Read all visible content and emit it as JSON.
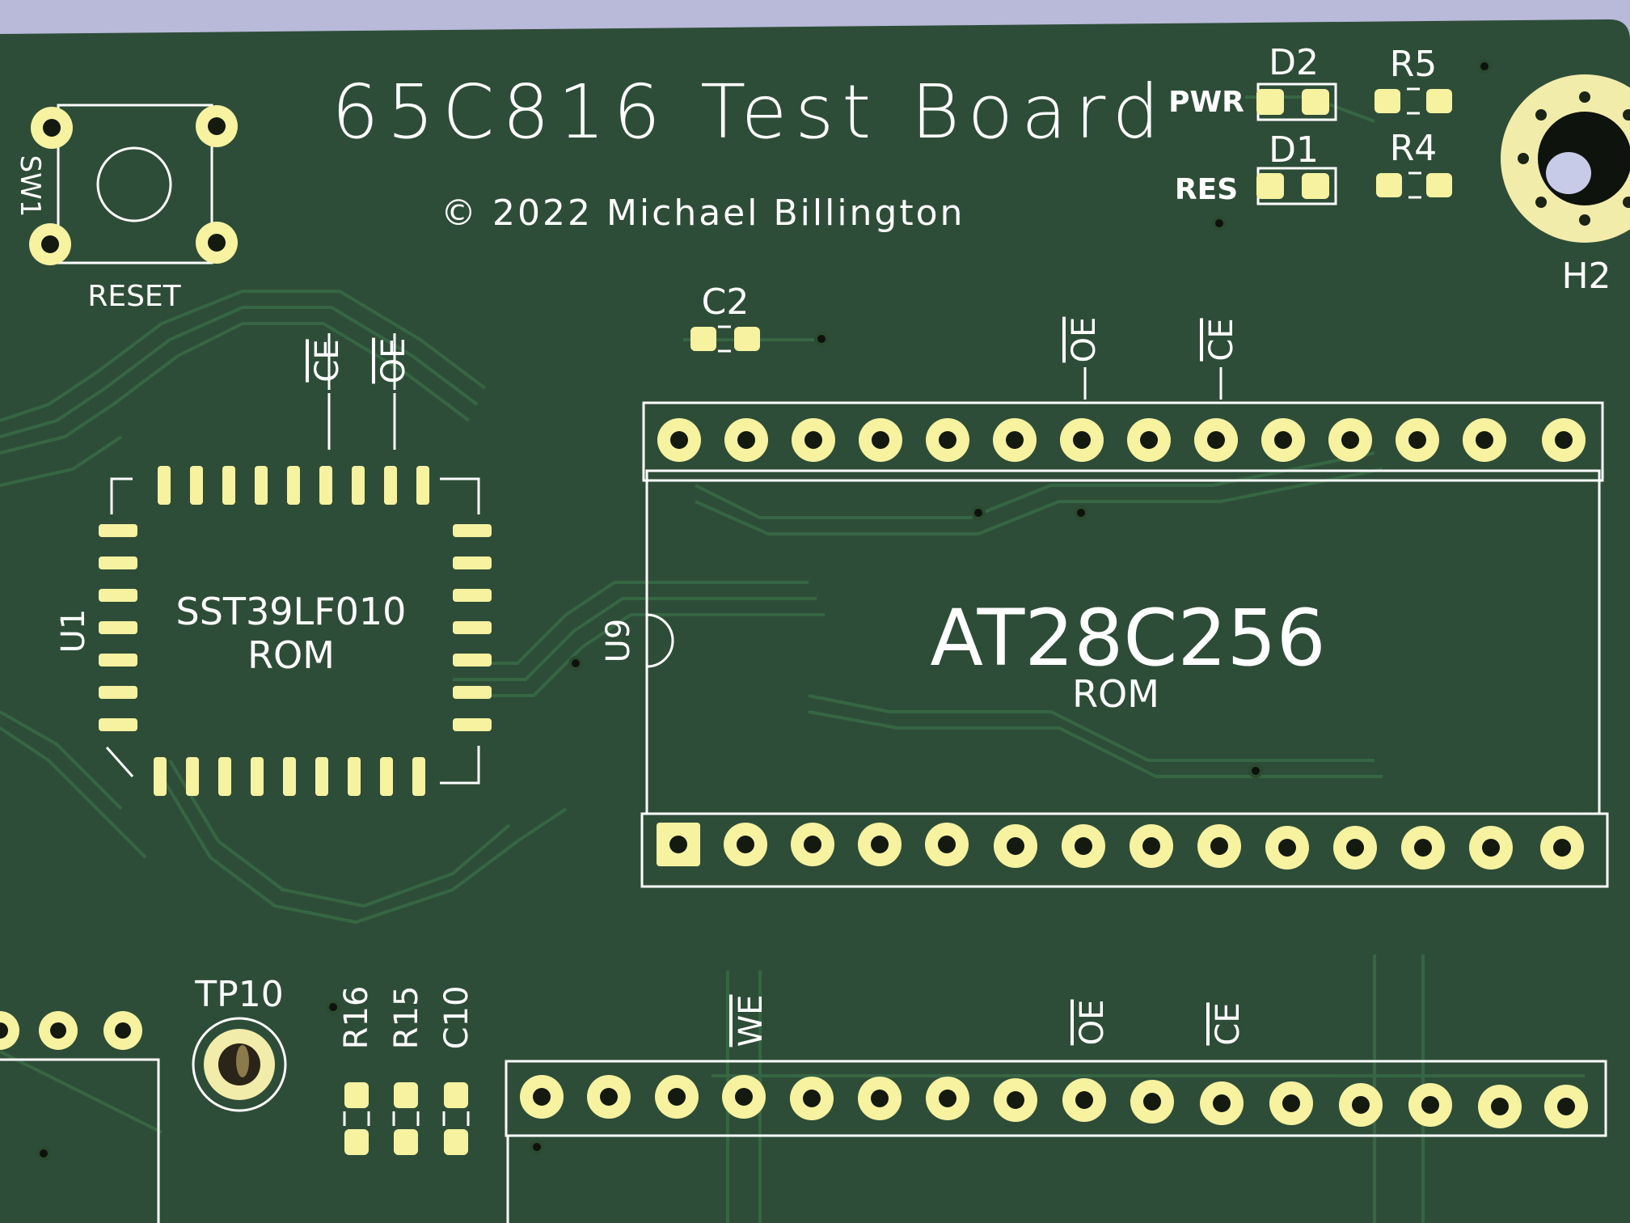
{
  "board": {
    "title": "65C816 Test Board",
    "copyright": "© 2022 Michael Billington",
    "colors": {
      "solder_mask": "#2e4d38",
      "silkscreen": "#ffffff",
      "pad": "#f6f2a0",
      "background": "#b9b9d9"
    }
  },
  "components": {
    "sw1": {
      "ref": "SW1",
      "label": "RESET"
    },
    "d2": {
      "ref": "D2",
      "label": "PWR"
    },
    "d1": {
      "ref": "D1",
      "label": "RES"
    },
    "r5": {
      "ref": "R5"
    },
    "r4": {
      "ref": "R4"
    },
    "h2": {
      "ref": "H2"
    },
    "c2": {
      "ref": "C2"
    },
    "u1": {
      "ref": "U1",
      "part": "SST39LF010",
      "type": "ROM",
      "pin_labels": [
        "CE",
        "OE"
      ]
    },
    "u9": {
      "ref": "U9",
      "part": "AT28C256",
      "type": "ROM",
      "pin_labels": [
        "OE",
        "CE"
      ]
    },
    "tp10": {
      "ref": "TP10"
    },
    "r16": {
      "ref": "R16"
    },
    "r15": {
      "ref": "R15"
    },
    "c10": {
      "ref": "C10"
    },
    "lower_socket": {
      "pin_labels": [
        "WE",
        "OE",
        "CE"
      ]
    }
  }
}
